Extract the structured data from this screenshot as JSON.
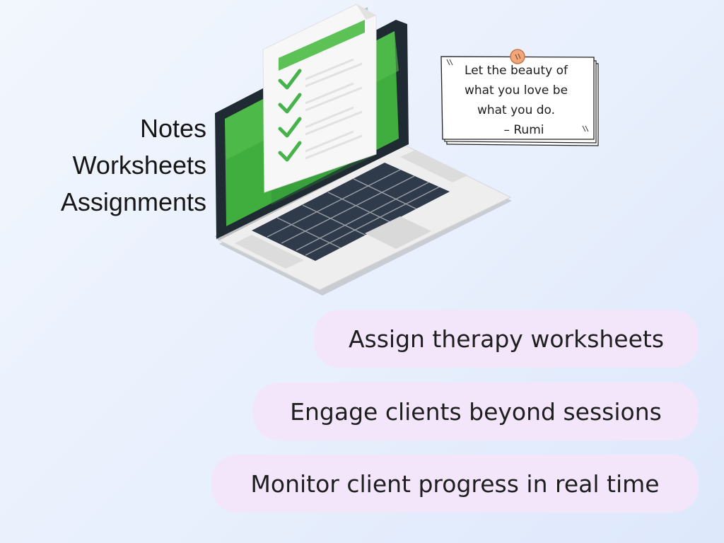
{
  "labels": [
    "Notes",
    "Worksheets",
    "Assignments"
  ],
  "quote": {
    "lines": [
      "Let the beauty of",
      "what you love be",
      "what you do."
    ],
    "author": "– Rumi"
  },
  "features": [
    "Assign therapy worksheets",
    "Engage clients beyond sessions",
    "Monitor client progress in real time"
  ],
  "icons": {
    "laptop": "laptop-icon",
    "document": "checklist-document-icon",
    "checkmark": "checkmark-icon",
    "pin": "pushpin-icon"
  },
  "colors": {
    "screen_green": "#3fae3f",
    "check_green": "#46b34a",
    "pill_background": "#f3e6fb",
    "laptop_body": "#eeeeee",
    "keyboard": "#2f3a4a"
  }
}
